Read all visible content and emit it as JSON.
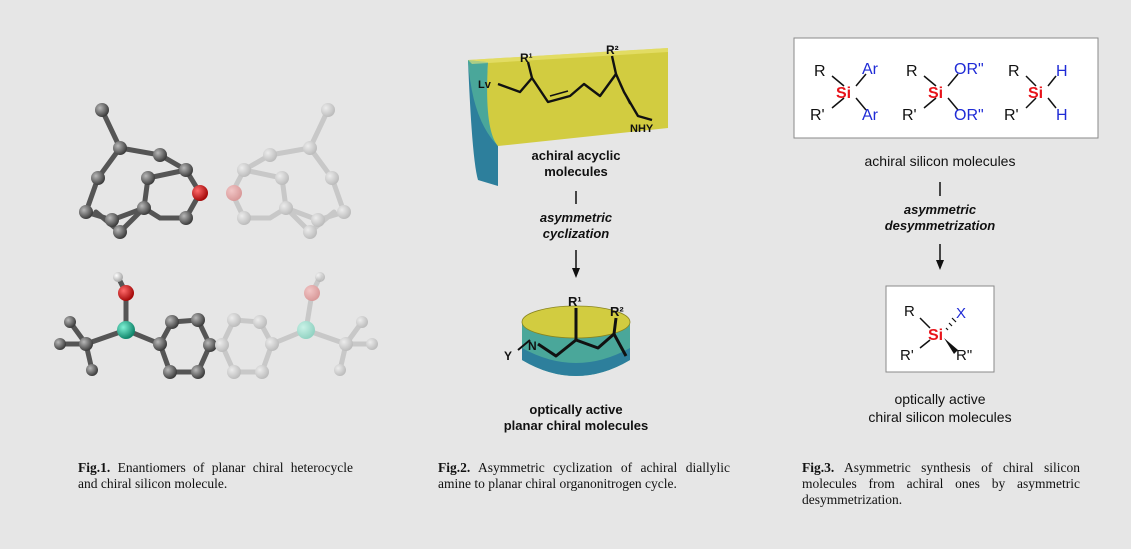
{
  "fig1": {
    "caption_label": "Fig.1.",
    "caption_text": "Enantiomers of planar chiral heterocycle and chiral silicon molecule."
  },
  "fig2": {
    "top_substituent_r1": "R¹",
    "top_substituent_r2": "R²",
    "leaving_group": "Lv",
    "amine_group": "NHY",
    "top_label_line1": "achiral acyclic",
    "top_label_line2": "molecules",
    "arrow_label_line1": "asymmetric",
    "arrow_label_line2": "cyclization",
    "bottom_r1": "R¹",
    "bottom_r2": "R²",
    "bottom_n": "N",
    "bottom_y": "Y",
    "bottom_label_line1": "optically active",
    "bottom_label_line2": "planar chiral molecules",
    "caption_label": "Fig.2.",
    "caption_text": "Asymmetric cyclization of achiral diallylic amine to planar chiral organonitrogen cycle."
  },
  "fig3": {
    "mol1": {
      "r": "R",
      "rp": "R'",
      "si": "Si",
      "a": "Ar",
      "b": "Ar"
    },
    "mol2": {
      "r": "R",
      "rp": "R'",
      "si": "Si",
      "a": "OR\"",
      "b": "OR\""
    },
    "mol3": {
      "r": "R",
      "rp": "R'",
      "si": "Si",
      "a": "H",
      "b": "H"
    },
    "top_label": "achiral silicon molecules",
    "arrow_label_line1": "asymmetric",
    "arrow_label_line2": "desymmetrization",
    "prod": {
      "r": "R",
      "rp": "R'",
      "si": "Si",
      "x": "X",
      "rpp": "R\""
    },
    "bottom_label_line1": "optically active",
    "bottom_label_line2": "chiral silicon molecules",
    "caption_label": "Fig.3.",
    "caption_text": "Asymmetric synthesis of chiral silicon molecules from achiral ones by asymmetric desymmetrization."
  },
  "colors": {
    "silicon_red": "#e8141b",
    "hetero_blue": "#1f2bd6",
    "oxygen_red": "#c8141b",
    "nitrogen_teal": "#22b89a",
    "band_yellow": "#d2cc40",
    "band_teal": "#4aa79a",
    "band_blue": "#2d7f9c"
  }
}
